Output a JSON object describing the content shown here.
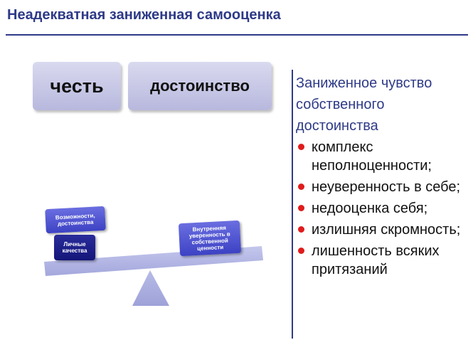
{
  "slide": {
    "title": "Неадекватная заниженная самооценка"
  },
  "boxes": {
    "honor": "честь",
    "dignity": "достоинство"
  },
  "scale": {
    "abilities": "Возможности, достоинства",
    "personal": "Личные качества",
    "inner": "Внутренняя уверенность в собственной ценности"
  },
  "panel": {
    "heading": "Заниженное чувство собственного достоинства",
    "bullets": [
      "комплекс неполноценности;",
      "неуверенность в себе;",
      "недооценка себя;",
      "излишняя скромность;",
      "лишенность всяких притязаний"
    ]
  },
  "colors": {
    "title": "#2e3a87",
    "bullet": "#e01b1b",
    "beam": "#b4b8e4",
    "box": "#c8c8e6",
    "tag_light": "#5458d6",
    "tag_dark": "#1c1e86"
  }
}
